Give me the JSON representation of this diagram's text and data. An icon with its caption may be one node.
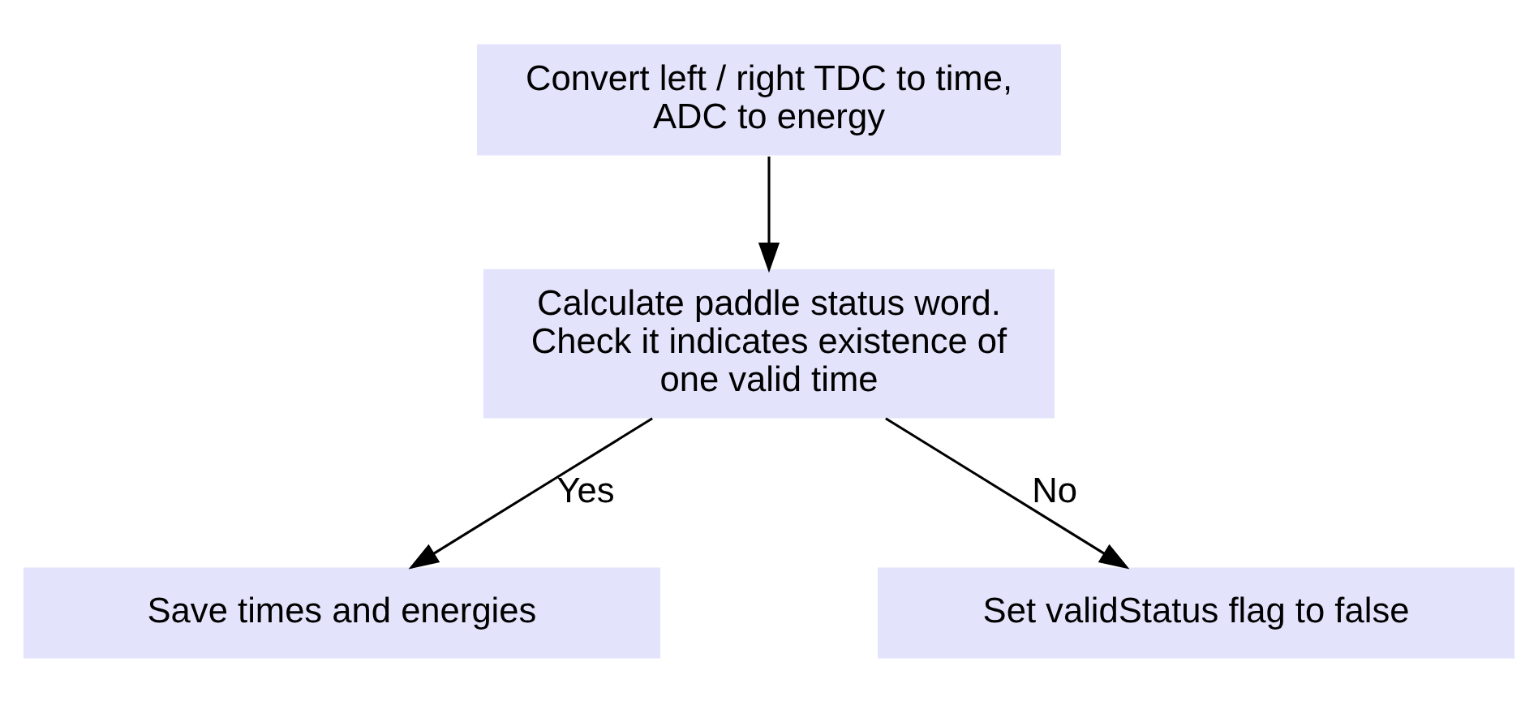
{
  "diagram": {
    "nodes": [
      {
        "text": [
          "Convert left / right TDC to time, ADC to energy"
        ]
      },
      {
        "text": [
          "Calculate paddle status word. Check it indicates existence of one valid time"
        ]
      },
      {
        "text": [
          "Save times and energies"
        ]
      },
      {
        "text": [
          "Set validStatus flag to false"
        ]
      }
    ],
    "edges": [
      {
        "from": 0,
        "to": 1,
        "arrow": "to"
      },
      {
        "from": 1,
        "to": 2,
        "arrow": "to",
        "label": "Yes"
      },
      {
        "from": 1,
        "to": 3,
        "arrow": "to",
        "label": "No"
      }
    ]
  }
}
